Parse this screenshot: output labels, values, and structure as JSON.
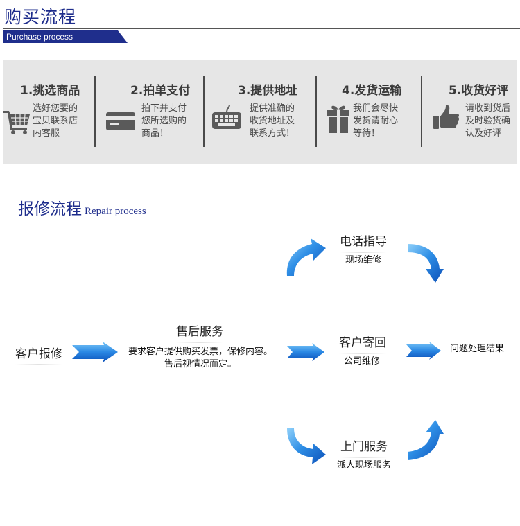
{
  "purchase": {
    "title": "购买流程",
    "subtitle": "Purchase process",
    "steps": [
      {
        "title": "1.挑选商品",
        "desc": [
          "选好您要的",
          "宝贝联系店",
          "内客服"
        ],
        "icon": "shopping-cart-icon"
      },
      {
        "title": "2.拍单支付",
        "desc": [
          "拍下并支付",
          "您所选购的",
          "商品！"
        ],
        "icon": "credit-card-icon"
      },
      {
        "title": "3.提供地址",
        "desc": [
          "提供准确的",
          "收货地址及",
          "联系方式！"
        ],
        "icon": "keyboard-icon"
      },
      {
        "title": "4.发货运输",
        "desc": [
          "我们会尽快",
          "发货请耐心",
          "等待！"
        ],
        "icon": "gift-box-icon"
      },
      {
        "title": "5.收货好评",
        "desc": [
          "请收到货后",
          "及时验货确",
          "认及好评"
        ],
        "icon": "thumbs-up-icon"
      }
    ]
  },
  "repair": {
    "title": "报修流程",
    "subtitle": "Repair process",
    "customer_report": "客户报修",
    "after_sales": {
      "title": "售后服务",
      "desc": [
        "要求客户提供购买发票，保修内容。",
        "售后视情况而定。"
      ]
    },
    "phone_guide": {
      "title": "电话指导",
      "sub": "现场维修"
    },
    "send_back": {
      "title": "客户寄回",
      "sub": "公司维修"
    },
    "door_service": {
      "title": "上门服务",
      "sub": "派人现场服务"
    },
    "result": "问题处理结果"
  },
  "colors": {
    "title_blue": "#1e2d8c",
    "banner_blue": "#1f2e8c",
    "band_gray": "#e6e6e6",
    "arrow_light": "#5fb8f2",
    "arrow_dark": "#0d5fc9"
  }
}
